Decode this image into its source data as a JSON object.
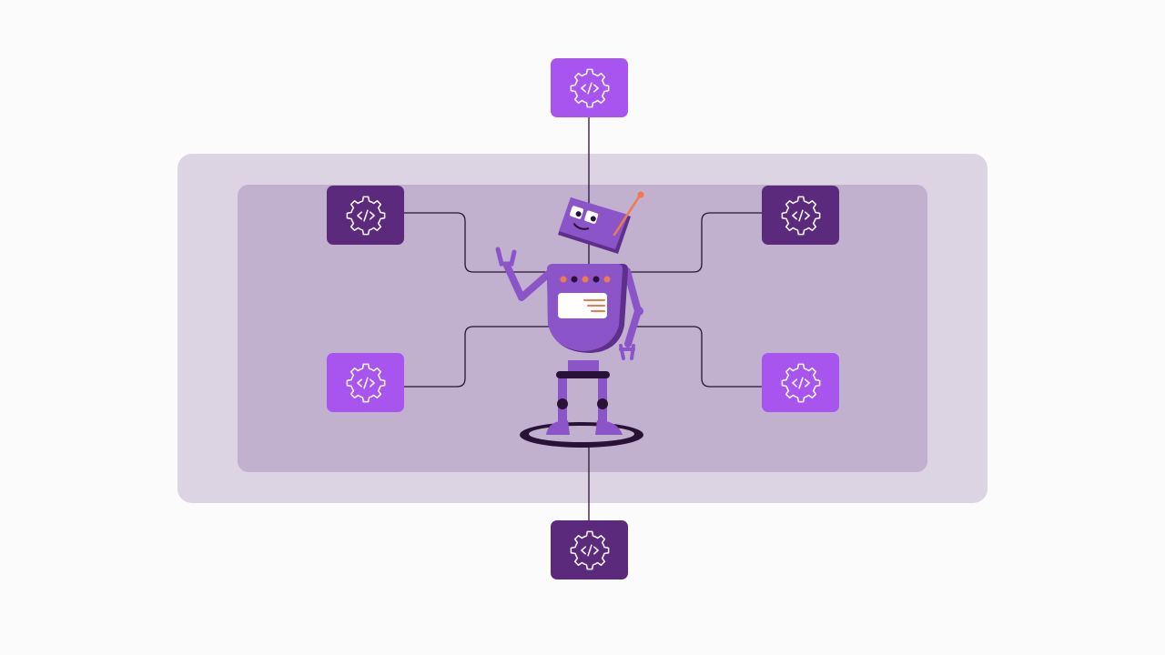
{
  "colors": {
    "background": "#fbfbfc",
    "outer_panel": "#ddd4e3",
    "inner_panel": "#c1b1cf",
    "node_light": "#a855f0",
    "node_dark": "#5b2a7c",
    "connector": "#2a1236",
    "robot_body": "#8b55c9",
    "robot_dark": "#5f2f8c",
    "accent_orange": "#f07a4a"
  },
  "nodes": [
    {
      "id": "top",
      "icon": "code-gear-icon",
      "variant": "light"
    },
    {
      "id": "left-top",
      "icon": "code-gear-icon",
      "variant": "dark"
    },
    {
      "id": "right-top",
      "icon": "code-gear-icon",
      "variant": "dark"
    },
    {
      "id": "left-bottom",
      "icon": "code-gear-icon",
      "variant": "light"
    },
    {
      "id": "right-bottom",
      "icon": "code-gear-icon",
      "variant": "light"
    },
    {
      "id": "bottom",
      "icon": "code-gear-icon",
      "variant": "dark"
    }
  ],
  "illustration": {
    "icon": "robot-illustration"
  }
}
